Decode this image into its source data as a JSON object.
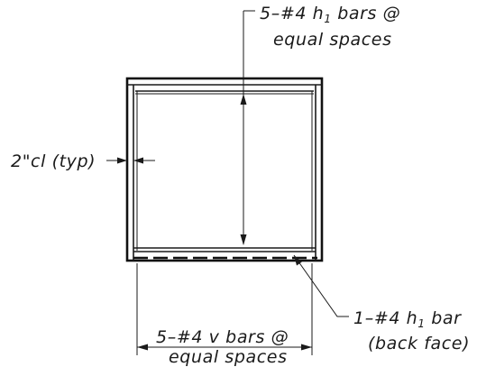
{
  "callouts": {
    "h_bars": {
      "qty": "5",
      "bar": "#4",
      "letter": "h",
      "sub": "1",
      "rest": " bars @",
      "line2": "equal spaces"
    },
    "cover": {
      "text": "2\"cl (typ)"
    },
    "back_bar": {
      "qty": "1",
      "bar": "#4",
      "letter": "h",
      "sub": "1",
      "rest": " bar",
      "line2": "(back face)"
    },
    "v_bars": {
      "qty": "5",
      "bar": "#4",
      "mid": " v bars @",
      "line2": "equal spaces"
    }
  },
  "dash": "–"
}
